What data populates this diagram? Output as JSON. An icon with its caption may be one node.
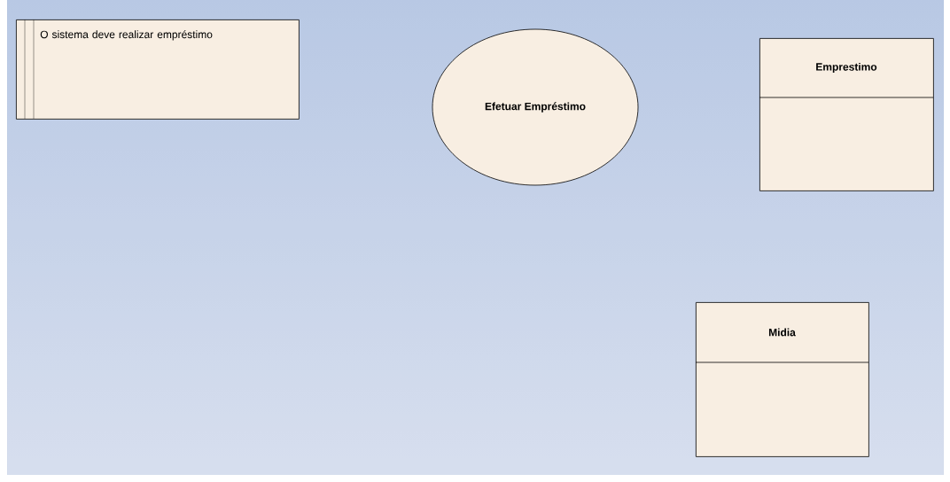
{
  "diagram": {
    "nodes": [
      {
        "text": [
          "O sistema deve realizar empréstimo"
        ]
      },
      {
        "text": [
          "Efetuar Empréstimo"
        ]
      },
      {
        "text": [
          "Emprestimo"
        ]
      },
      {
        "text": [
          "Midia"
        ]
      }
    ]
  }
}
